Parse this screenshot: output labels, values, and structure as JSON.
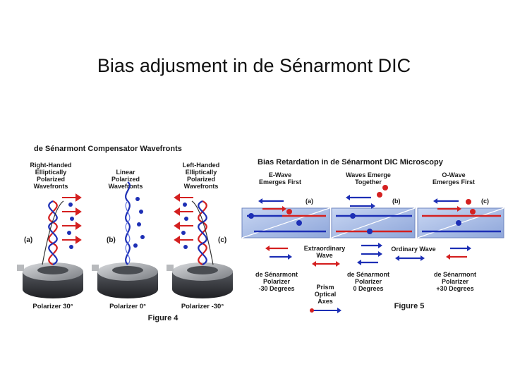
{
  "slide": {
    "title": "Bias adjusment in de Sénarmont DIC"
  },
  "figure4": {
    "heading": "de Sénarmont Compensator Wavefronts",
    "caption": "Figure 4",
    "panels": [
      {
        "label_lines": [
          "Right-Handed",
          "Elliptically",
          "Polarized",
          "Wavefronts"
        ],
        "tag": "(a)",
        "polarizer": "Polarizer 30°"
      },
      {
        "label_lines": [
          "Linear",
          "Polarized",
          "Wavefronts"
        ],
        "tag": "(b)",
        "polarizer": "Polarizer 0°"
      },
      {
        "label_lines": [
          "Left-Handed",
          "Elliptically",
          "Polarized",
          "Wavefronts"
        ],
        "tag": "(c)",
        "polarizer": "Polarizer -30°"
      }
    ]
  },
  "figure5": {
    "heading": "Bias Retardation in de Sénarmont DIC Microscopy",
    "caption": "Figure 5",
    "top_labels": [
      [
        "E-Wave",
        "Emerges First"
      ],
      [
        "Waves Emerge",
        "Together"
      ],
      [
        "O-Wave",
        "Emerges First"
      ]
    ],
    "tags": [
      "(a)",
      "(b)",
      "(c)"
    ],
    "extraordinary": [
      "Extraordinary",
      "Wave"
    ],
    "ordinary": "Ordinary Wave",
    "polarizers": [
      [
        "de Sénarmont",
        "Polarizer",
        "-30 Degrees"
      ],
      [
        "de Sénarmont",
        "Polarizer",
        "0 Degrees"
      ],
      [
        "de Sénarmont",
        "Polarizer",
        "+30 Degrees"
      ]
    ],
    "prism_axes": [
      "Prism",
      "Optical",
      "Axes"
    ]
  },
  "colors": {
    "red_wave": "#d42020",
    "blue_wave": "#1d2fb5",
    "prism": "#a9bde6",
    "base_dark": "#3b3d42"
  }
}
